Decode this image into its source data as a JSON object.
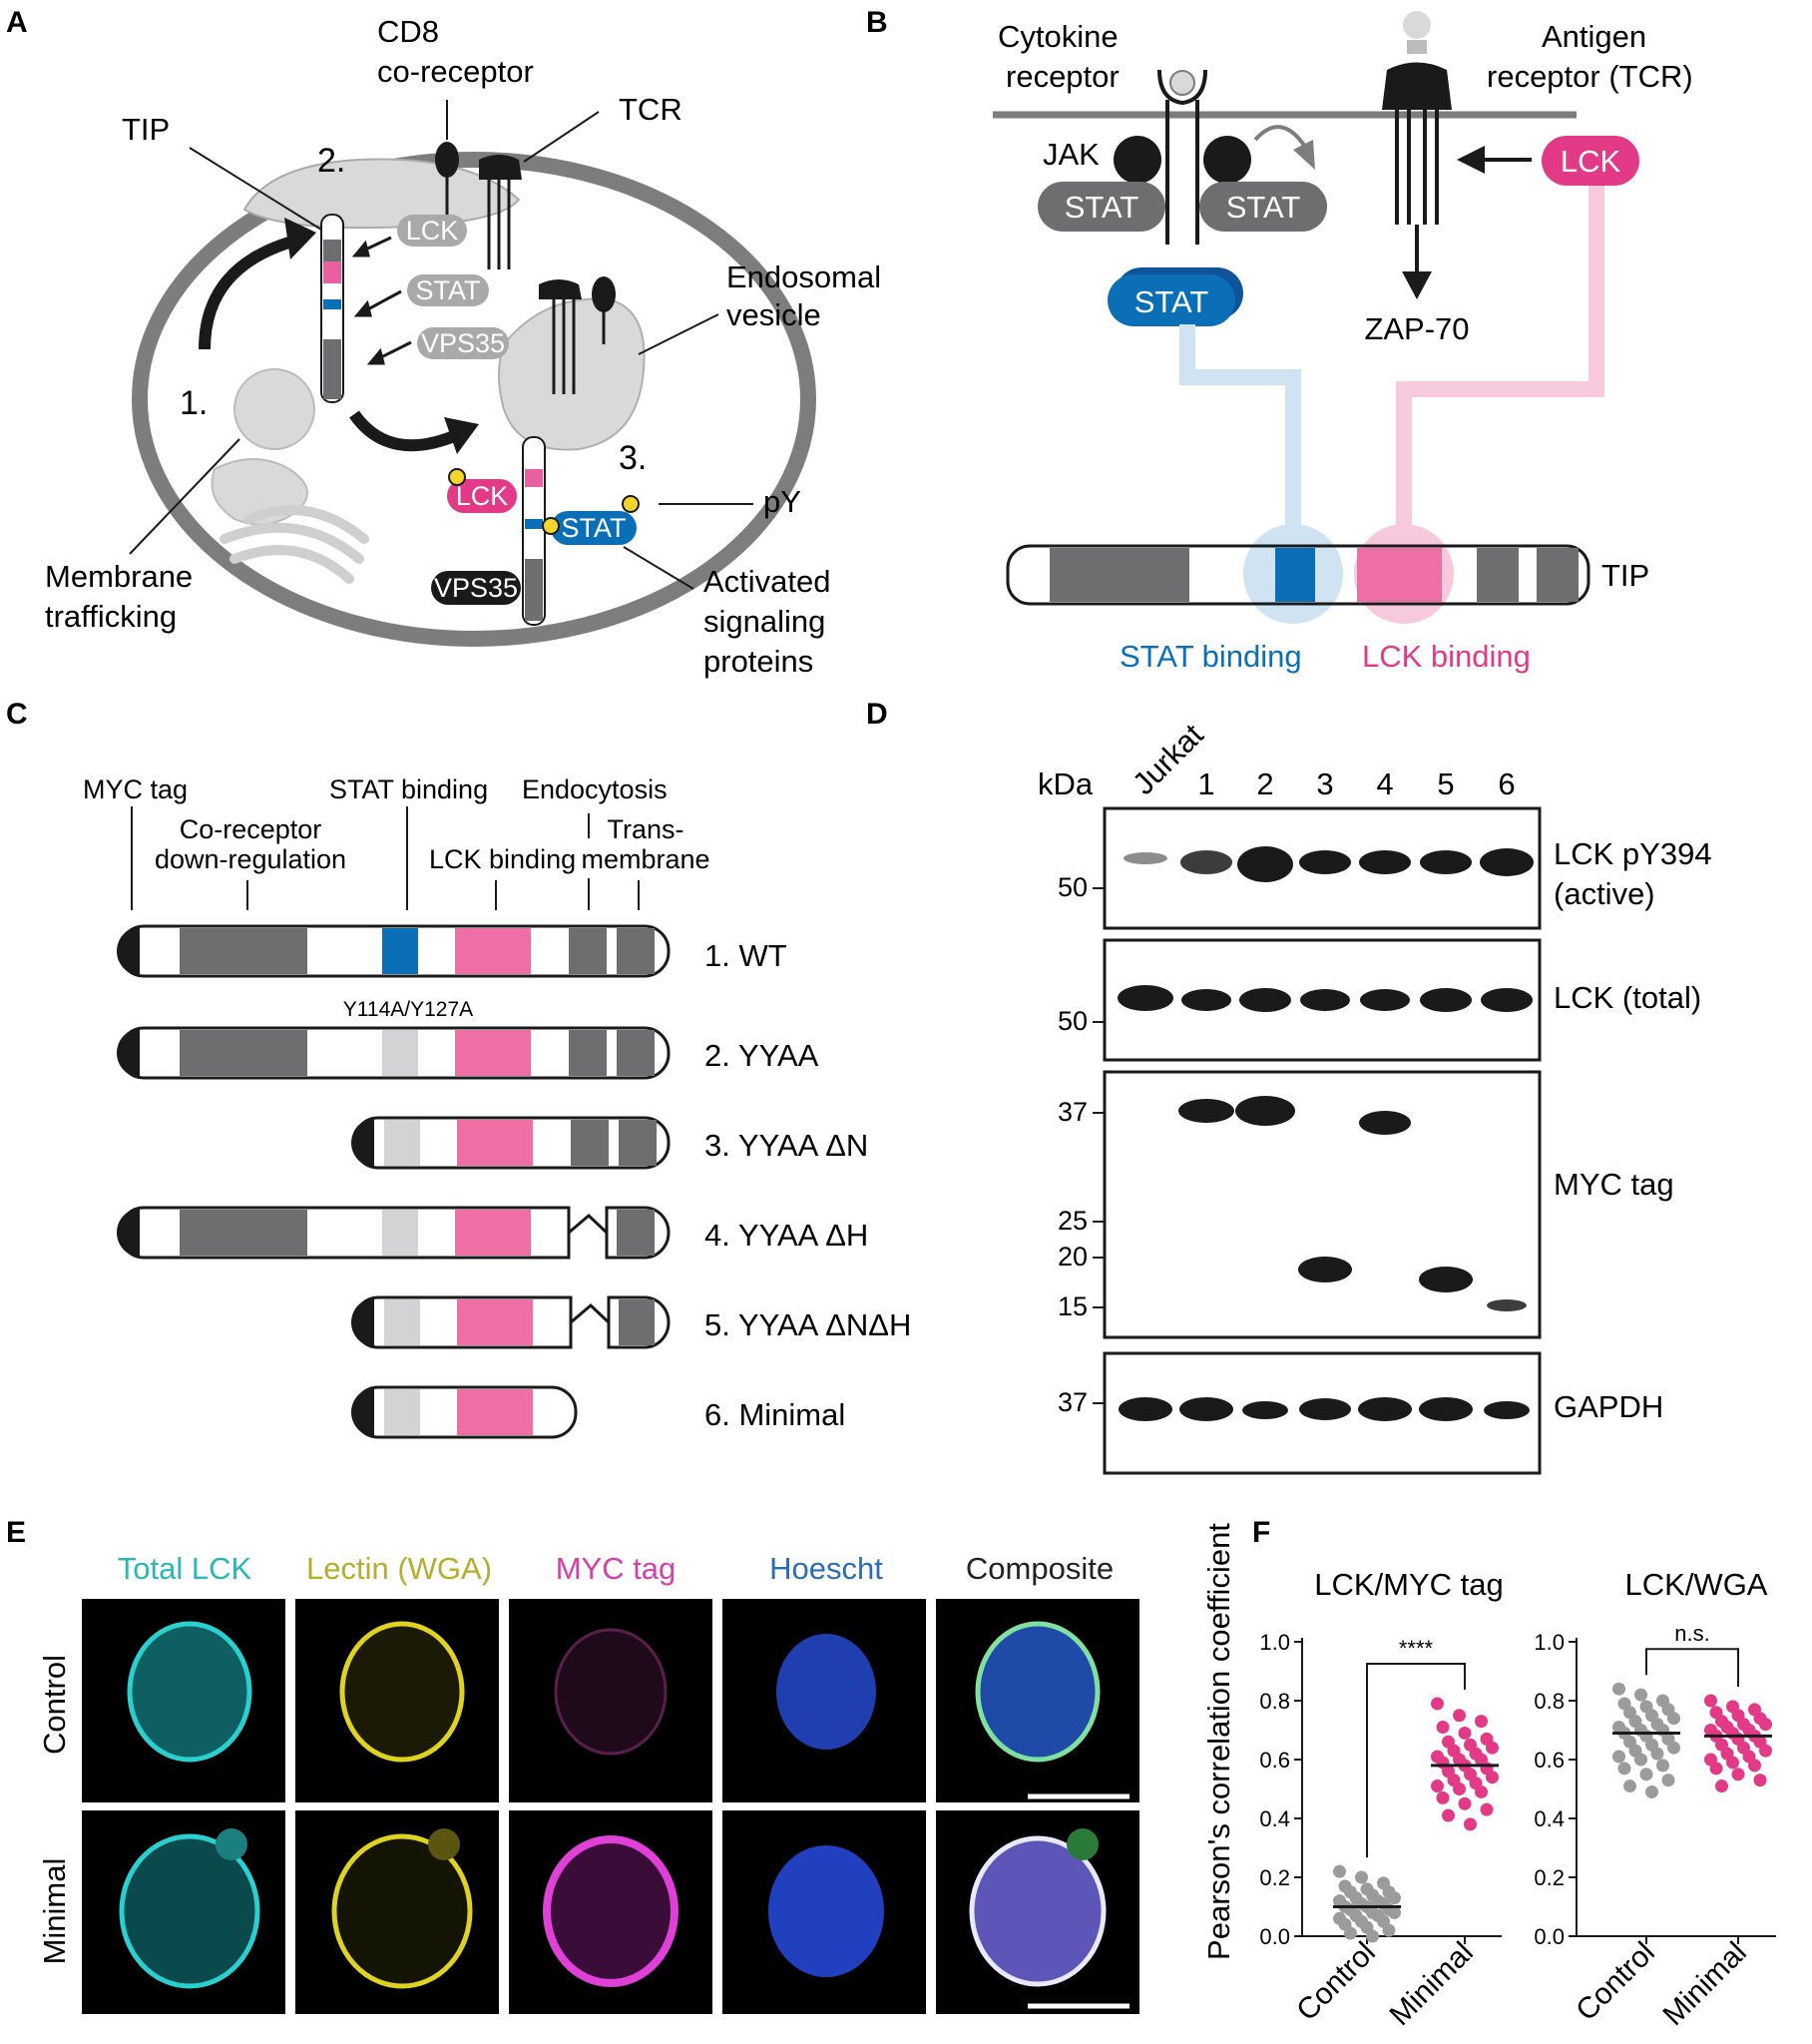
{
  "panels": {
    "A": {
      "letter": "A",
      "labels": {
        "cd8": "CD8\nco-receptor",
        "tcr": "TCR",
        "tip": "TIP",
        "endosomal": "Endosomal\nvesicle",
        "membrane": "Membrane\ntrafficking",
        "activated": "Activated\nsignaling\nproteins",
        "pY": "pY",
        "step1": "1.",
        "step2": "2.",
        "step3": "3."
      },
      "pills": {
        "lck": "LCK",
        "stat": "STAT",
        "vps35": "VPS35"
      }
    },
    "B": {
      "letter": "B",
      "labels": {
        "cytokine": "Cytokine\nreceptor",
        "antigen": "Antigen\nreceptor (TCR)",
        "jak": "JAK",
        "stat": "STAT",
        "lck": "LCK",
        "zap70": "ZAP-70",
        "tip": "TIP",
        "stat_binding": "STAT binding",
        "lck_binding": "LCK binding"
      },
      "colors": {
        "stat": "#0a6fb6",
        "lck": "#e23a87",
        "gray": "#6d6e70"
      }
    },
    "C": {
      "letter": "C",
      "domain_labels": {
        "myc_tag": "MYC tag",
        "coreceptor": "Co-receptor\ndown-regulation",
        "stat_binding": "STAT binding",
        "lck_binding": "LCK binding",
        "endocytosis": "Endocytosis",
        "transmembrane": "Trans-\nmembrane"
      },
      "mutation_label": "Y114A/Y127A",
      "constructs": [
        {
          "name": "1. WT"
        },
        {
          "name": "2. YYAA"
        },
        {
          "name": "3. YYAA ΔN"
        },
        {
          "name": "4. YYAA ΔH"
        },
        {
          "name": "5. YYAA ΔNΔH"
        },
        {
          "name": "6. Minimal"
        }
      ]
    },
    "D": {
      "letter": "D",
      "kda": "kDa",
      "lanes": [
        "Jurkat",
        "1",
        "2",
        "3",
        "4",
        "5",
        "6"
      ],
      "blots": [
        {
          "name": "LCK pY394\n(active)",
          "markers": [
            "50"
          ]
        },
        {
          "name": "LCK (total)",
          "markers": [
            "50"
          ]
        },
        {
          "name": "MYC tag",
          "markers": [
            "37",
            "25",
            "20",
            "15"
          ]
        },
        {
          "name": "GAPDH",
          "markers": [
            "37"
          ]
        }
      ]
    },
    "E": {
      "letter": "E",
      "channels": [
        {
          "name": "Total LCK",
          "color": "#29b7b8"
        },
        {
          "name": "Lectin (WGA)",
          "color": "#b5ad2e"
        },
        {
          "name": "MYC tag",
          "color": "#d63faa"
        },
        {
          "name": "Hoescht",
          "color": "#2a6cb5"
        },
        {
          "name": "Composite",
          "color": "#222222"
        }
      ],
      "rows": [
        "Control",
        "Minimal"
      ]
    },
    "F": {
      "letter": "F",
      "ylabel": "Pearson's correlation coefficient"
    }
  },
  "chart_data": [
    {
      "type": "scatter",
      "title": "LCK/MYC tag",
      "ylabel": "Pearson's correlation coefficient",
      "categories": [
        "Control",
        "Minimal"
      ],
      "ylim": [
        0.0,
        1.0
      ],
      "yticks": [
        "0.0",
        "0.2",
        "0.4",
        "0.6",
        "0.8",
        "1.0"
      ],
      "significance": "****",
      "series": [
        {
          "category": "Control",
          "color": "#9b9b9b",
          "mean": 0.1,
          "values": [
            0.22,
            0.2,
            0.18,
            0.17,
            0.16,
            0.15,
            0.15,
            0.14,
            0.13,
            0.13,
            0.12,
            0.12,
            0.11,
            0.11,
            0.1,
            0.1,
            0.09,
            0.09,
            0.08,
            0.08,
            0.07,
            0.07,
            0.06,
            0.05,
            0.05,
            0.04,
            0.03,
            0.02,
            0.01,
            0.0
          ]
        },
        {
          "category": "Minimal",
          "color": "#e23a87",
          "mean": 0.58,
          "values": [
            0.79,
            0.75,
            0.73,
            0.71,
            0.69,
            0.67,
            0.66,
            0.65,
            0.64,
            0.63,
            0.62,
            0.61,
            0.6,
            0.6,
            0.59,
            0.58,
            0.57,
            0.56,
            0.55,
            0.54,
            0.53,
            0.52,
            0.51,
            0.5,
            0.49,
            0.47,
            0.45,
            0.43,
            0.41,
            0.38
          ]
        }
      ]
    },
    {
      "type": "scatter",
      "title": "LCK/WGA",
      "categories": [
        "Control",
        "Minimal"
      ],
      "ylim": [
        0.0,
        1.0
      ],
      "yticks": [
        "0.0",
        "0.2",
        "0.4",
        "0.6",
        "0.8",
        "1.0"
      ],
      "significance": "n.s.",
      "series": [
        {
          "category": "Control",
          "color": "#9b9b9b",
          "mean": 0.69,
          "values": [
            0.84,
            0.82,
            0.8,
            0.79,
            0.78,
            0.77,
            0.76,
            0.75,
            0.74,
            0.73,
            0.72,
            0.71,
            0.7,
            0.7,
            0.69,
            0.68,
            0.67,
            0.66,
            0.65,
            0.64,
            0.63,
            0.62,
            0.61,
            0.6,
            0.58,
            0.57,
            0.55,
            0.53,
            0.51,
            0.49
          ]
        },
        {
          "category": "Minimal",
          "color": "#e23a87",
          "mean": 0.68,
          "values": [
            0.8,
            0.78,
            0.77,
            0.76,
            0.75,
            0.74,
            0.73,
            0.72,
            0.72,
            0.71,
            0.7,
            0.7,
            0.69,
            0.68,
            0.68,
            0.67,
            0.66,
            0.65,
            0.64,
            0.63,
            0.62,
            0.61,
            0.6,
            0.59,
            0.58,
            0.57,
            0.55,
            0.53,
            0.51
          ]
        }
      ]
    }
  ]
}
